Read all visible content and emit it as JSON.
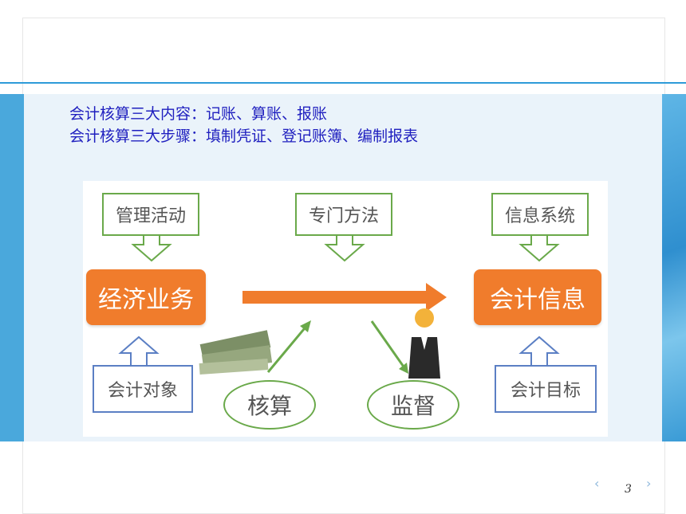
{
  "lines": [
    "会计核算三大内容：记账、算账、报账",
    "会计核算三大步骤：填制凭证、登记账簿、编制报表"
  ],
  "diagram": {
    "top_left": "管理活动",
    "top_center": "专门方法",
    "top_right": "信息系统",
    "center_left": "经济业务",
    "center_right": "会计信息",
    "bottom_left": "会计对象",
    "circle_left": "核算",
    "circle_right": "监督",
    "bottom_right": "会计目标"
  },
  "nav": {
    "prev": "‹",
    "next": "›"
  },
  "page_number": "3",
  "colors": {
    "accent_blue": "#2e9bd8",
    "orange": "#f07c2c",
    "green": "#6aa94a",
    "text_blue": "#1f1fbf"
  }
}
